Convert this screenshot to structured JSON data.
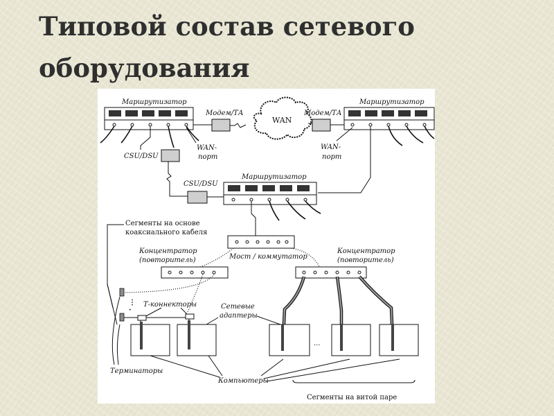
{
  "title": {
    "line1": "Типовой состав сетевого",
    "line2": "оборудования"
  },
  "diagram": {
    "router_left": "Маршрутизатор",
    "router_right": "Маршрутизатор",
    "router_center": "Маршрутизатор",
    "modem_left": "Модем/ТА",
    "modem_right": "Модем/ТА",
    "wan": "WAN",
    "wan_port_left_1": "WAN-",
    "wan_port_left_2": "порт",
    "wan_port_right_1": "WAN-",
    "wan_port_right_2": "порт",
    "csudsu_upper": "CSU/DSU",
    "csudsu_lower": "CSU/DSU",
    "coax_segments_1": "Сегменты на основе",
    "coax_segments_2": "коаксиального кабеля",
    "hub_left_1": "Концентратор",
    "hub_left_2": "(повторитель)",
    "hub_right_1": "Концентратор",
    "hub_right_2": "(повторитель)",
    "bridge_switch": "Мост / коммутатор",
    "t_connectors": "Т-коннекторы",
    "network_adapters_1": "Сетевые",
    "network_adapters_2": "адаптеры",
    "terminators": "Терминаторы",
    "computers": "Компьютеры",
    "twisted_pair_segments": "Сегменты на витой паре",
    "ellipsis": "..."
  }
}
